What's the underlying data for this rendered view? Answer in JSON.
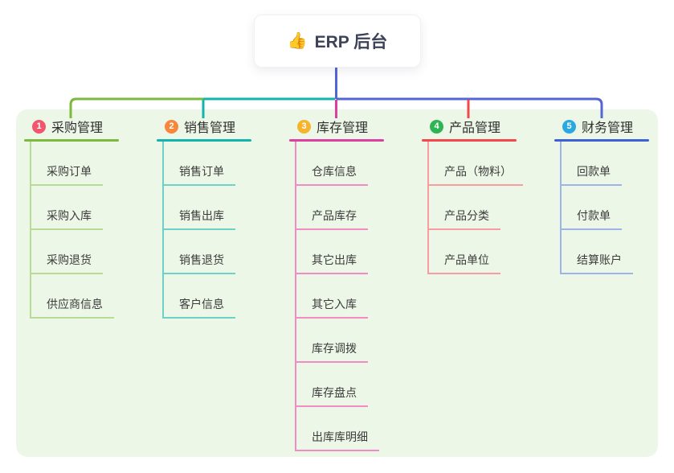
{
  "root": {
    "emoji": "👍",
    "label": "ERP 后台"
  },
  "colors": {
    "panel_background": "#edf7e7",
    "root_connector": "#5466d4",
    "branch_line_colors": [
      "#7cb93e",
      "#12b5ab",
      "#dd3f9f",
      "#f4474d",
      "#3e61d8"
    ],
    "branch_badge_colors": [
      "#f2566e",
      "#f8863b",
      "#f6b42c",
      "#2eb454",
      "#29a9df"
    ],
    "branch_child_line_colors": [
      "#b9dc94",
      "#6fd0c7",
      "#f18cc5",
      "#f89c9f",
      "#9db4e9"
    ]
  },
  "branches": [
    {
      "num": "1",
      "label": "采购管理",
      "children": [
        "采购订单",
        "采购入库",
        "采购退货",
        "供应商信息"
      ]
    },
    {
      "num": "2",
      "label": "销售管理",
      "children": [
        "销售订单",
        "销售出库",
        "销售退货",
        "客户信息"
      ]
    },
    {
      "num": "3",
      "label": "库存管理",
      "children": [
        "仓库信息",
        "产品库存",
        "其它出库",
        "其它入库",
        "库存调拨",
        "库存盘点",
        "出库库明细"
      ]
    },
    {
      "num": "4",
      "label": "产品管理",
      "children": [
        "产品（物料）",
        "产品分类",
        "产品单位"
      ]
    },
    {
      "num": "5",
      "label": "财务管理",
      "children": [
        "回款单",
        "付款单",
        "结算账户"
      ]
    }
  ]
}
